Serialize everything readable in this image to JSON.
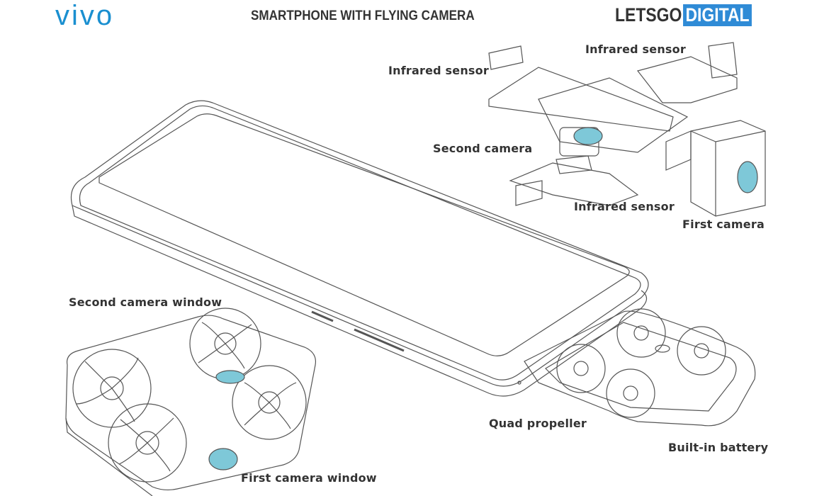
{
  "header": {
    "brand_logo": "vivo",
    "title": "SMARTPHONE WITH FLYING CAMERA",
    "publisher_logo_part1": "LETSGO",
    "publisher_logo_part2": "DIGITAL"
  },
  "labels": {
    "infrared_sensor_left": "Infrared sensor",
    "infrared_sensor_top": "Infrared sensor",
    "second_camera": "Second camera",
    "infrared_sensor_bottom": "Infrared sensor",
    "first_camera": "First camera",
    "second_camera_window": "Second camera window",
    "quad_propeller": "Quad propeller",
    "built_in_battery": "Built-in battery",
    "first_camera_window": "First camera window"
  },
  "colors": {
    "brand": "#1a8fd0",
    "lens": "#7ec8d8",
    "line": "#555555"
  }
}
